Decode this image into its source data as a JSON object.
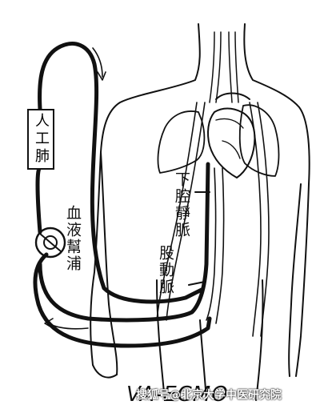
{
  "diagram": {
    "title": "VA-ECMO",
    "labels": {
      "oxygenator": "人工肺",
      "blood_pump": "血液幫浦",
      "ivc": "下腔靜脈",
      "femoral_artery": "股動脈"
    },
    "watermark": "搜狐号@北京大学中医研究院"
  }
}
